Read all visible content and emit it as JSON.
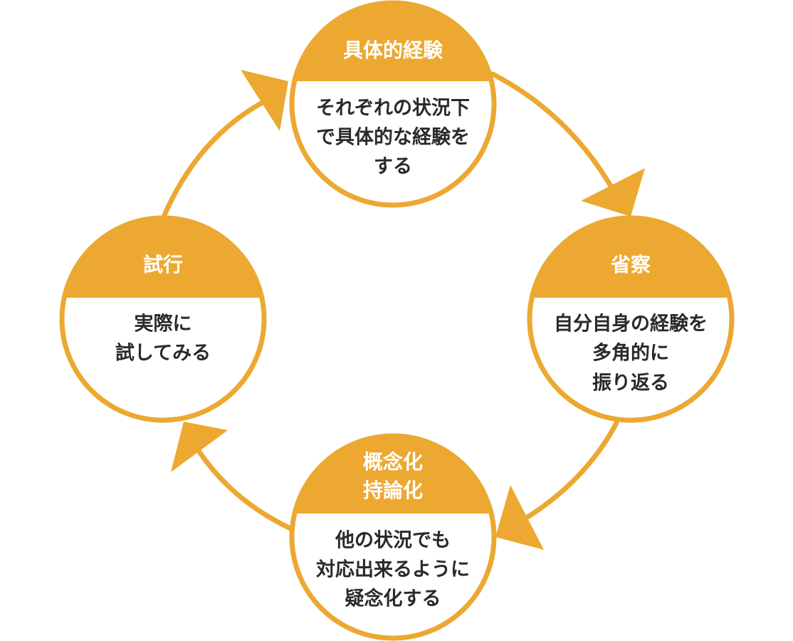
{
  "colors": {
    "accent": "#eca831",
    "text": "#2a2a2a",
    "background": "#ffffff"
  },
  "nodes": {
    "concrete_experience": {
      "title_lines": [
        "具体的経験"
      ],
      "desc_lines": [
        "それぞれの状況下",
        "で具体的な経験を",
        "する"
      ]
    },
    "reflection": {
      "title_lines": [
        "省察"
      ],
      "desc_lines": [
        "自分自身の経験を",
        "多角的に",
        "振り返る"
      ]
    },
    "conceptualization": {
      "title_lines": [
        "概念化",
        "持論化"
      ],
      "desc_lines": [
        "他の状況でも",
        "対応出来るように",
        "疑念化する"
      ]
    },
    "experimentation": {
      "title_lines": [
        "試行"
      ],
      "desc_lines": [
        "実際に",
        "試してみる"
      ]
    }
  }
}
